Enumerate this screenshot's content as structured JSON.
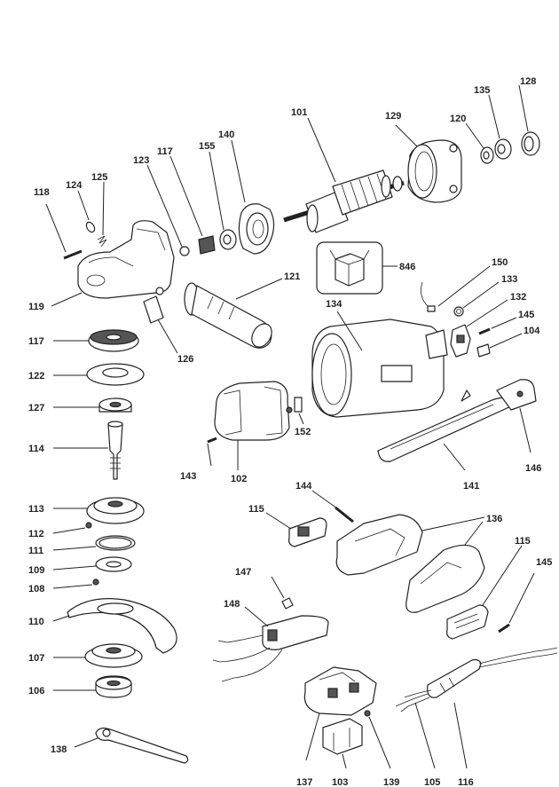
{
  "parts": {
    "p101": "101",
    "p102": "102",
    "p103": "103",
    "p104": "104",
    "p105": "105",
    "p106": "106",
    "p107": "107",
    "p108": "108",
    "p109": "109",
    "p110": "110",
    "p111": "111",
    "p112": "112",
    "p113": "113",
    "p114": "114",
    "p115a": "115",
    "p115b": "115",
    "p116": "116",
    "p117a": "117",
    "p117b": "117",
    "p118": "118",
    "p119": "119",
    "p120": "120",
    "p121": "121",
    "p122": "122",
    "p123": "123",
    "p124": "124",
    "p125": "125",
    "p126": "126",
    "p127": "127",
    "p128": "128",
    "p129": "129",
    "p132": "132",
    "p133": "133",
    "p134": "134",
    "p135": "135",
    "p136": "136",
    "p137": "137",
    "p138": "138",
    "p139": "139",
    "p140": "140",
    "p141": "141",
    "p143": "143",
    "p144": "144",
    "p145a": "145",
    "p145b": "145",
    "p146": "146",
    "p147": "147",
    "p148": "148",
    "p150": "150",
    "p152": "152",
    "p155": "155",
    "p846": "846"
  }
}
